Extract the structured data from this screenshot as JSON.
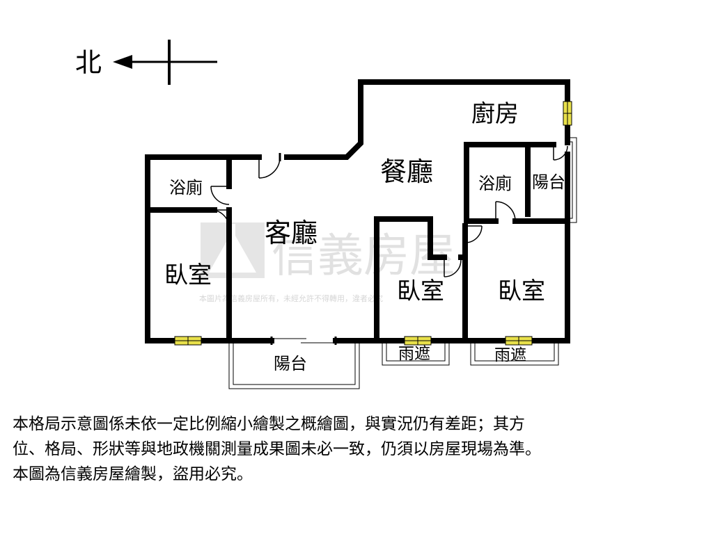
{
  "compass": {
    "label": "北"
  },
  "rooms": {
    "kitchen": "廚房",
    "dining": "餐廳",
    "living": "客廳",
    "bath_left": "浴廁",
    "bath_right": "浴廁",
    "balcony_right": "陽台",
    "balcony_bottom": "陽台",
    "bedroom_left": "臥室",
    "bedroom_mid": "臥室",
    "bedroom_right": "臥室",
    "canopy_mid": "雨遮",
    "canopy_right": "雨遮"
  },
  "watermark": {
    "brand": "信義房屋",
    "note": "本圖片為信義房屋所有，未經允許不得轉用，違者必究"
  },
  "disclaimer": {
    "line1": "本格局示意圖係未依一定比例縮小繪製之概繪圖，與實況仍有差距；其方",
    "line2": "位、格局、形狀等與地政機關測量成果圖未必一致，仍須以房屋現場為準。",
    "line3": "本圖為信義房屋繪製，盜用必究。"
  },
  "colors": {
    "wall": "#000000",
    "window": "#e8e04a",
    "watermark": "#c9c9c9"
  }
}
